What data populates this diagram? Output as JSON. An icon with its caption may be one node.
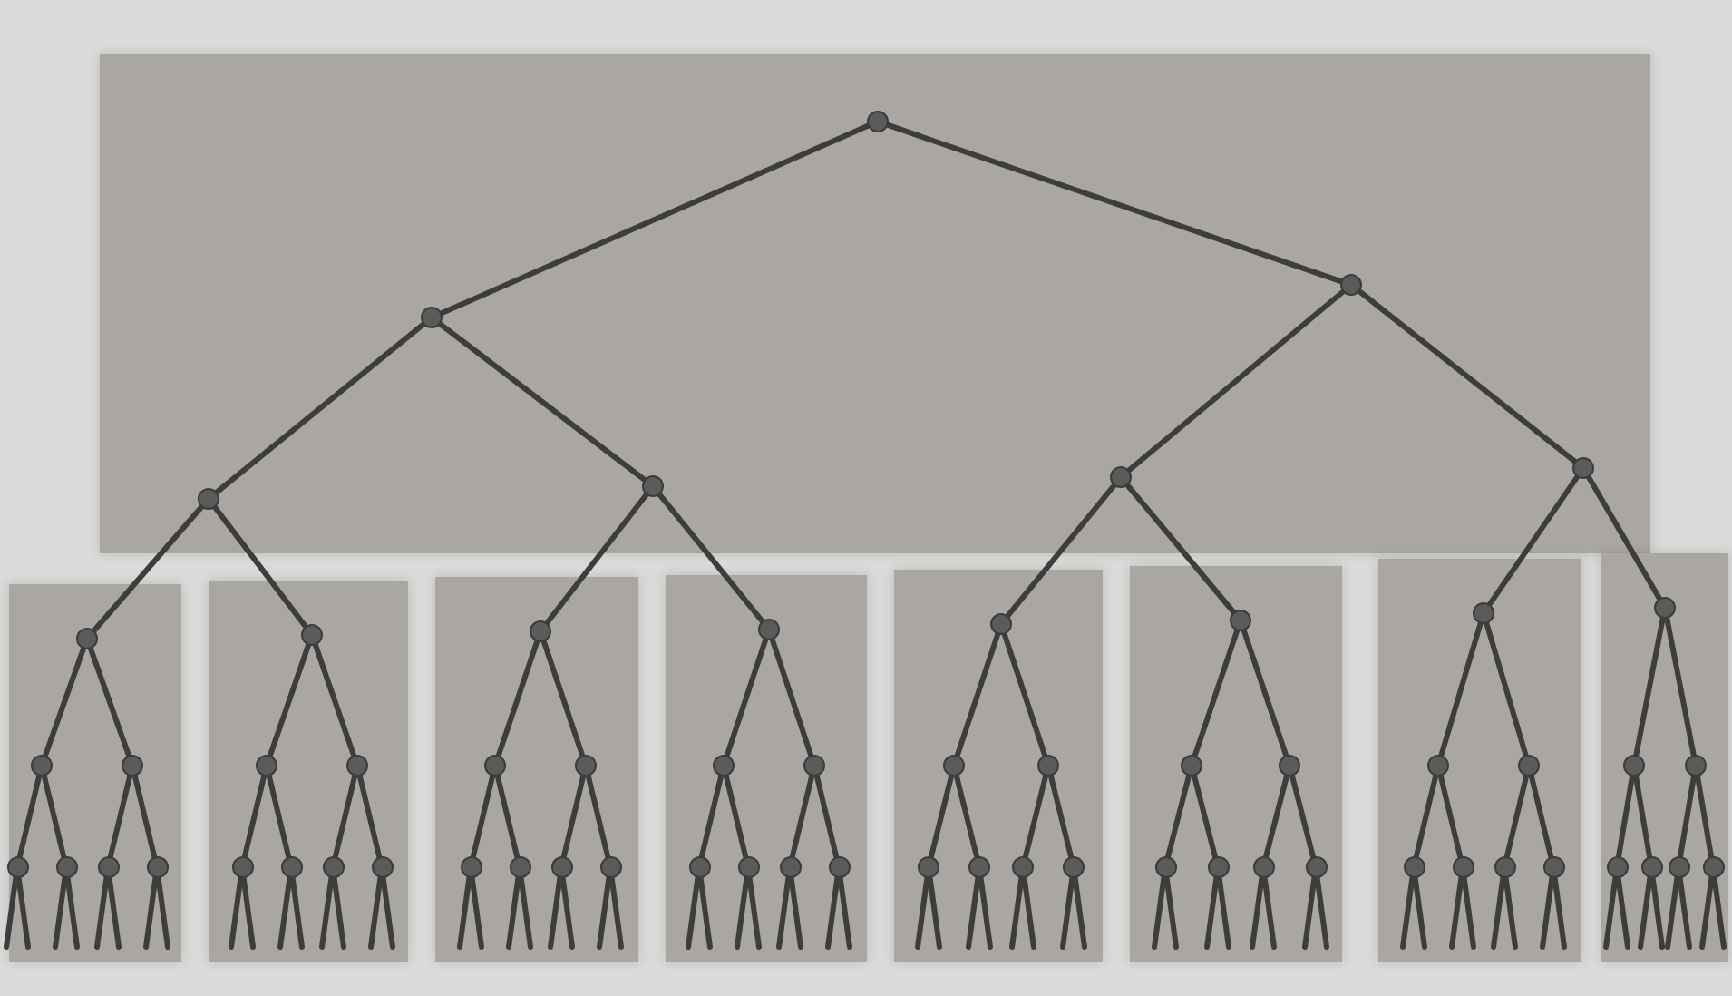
{
  "diagram": {
    "nodes": [
      {
        "text": [],
        "shape": "box"
      },
      {
        "text": [],
        "shape": "circle",
        "in": 0
      },
      {
        "text": [],
        "shape": "circle",
        "in": 0
      },
      {
        "text": [],
        "shape": "circle",
        "in": 0
      },
      {
        "text": [],
        "shape": "circle",
        "in": 0
      },
      {
        "text": [],
        "shape": "circle",
        "in": 0
      },
      {
        "text": [],
        "shape": "circle",
        "in": 0
      },
      {
        "text": [],
        "shape": "circle",
        "in": 0
      },
      {
        "text": [],
        "shape": "box"
      },
      {
        "text": [],
        "shape": "circle",
        "in": 8
      },
      {
        "text": [],
        "shape": "circle",
        "in": 8
      },
      {
        "text": [],
        "shape": "circle",
        "in": 8
      },
      {
        "text": [],
        "shape": "circle",
        "in": 8
      },
      {
        "text": [],
        "shape": "circle",
        "in": 8
      },
      {
        "text": [],
        "shape": "circle",
        "in": 8
      },
      {
        "text": [],
        "shape": "circle",
        "in": 8
      },
      {
        "text": [],
        "shape": "box"
      },
      {
        "text": [],
        "shape": "circle",
        "in": 16
      },
      {
        "text": [],
        "shape": "circle",
        "in": 16
      },
      {
        "text": [],
        "shape": "circle",
        "in": 16
      },
      {
        "text": [],
        "shape": "circle",
        "in": 16
      },
      {
        "text": [],
        "shape": "circle",
        "in": 16
      },
      {
        "text": [],
        "shape": "circle",
        "in": 16
      },
      {
        "text": [],
        "shape": "circle",
        "in": 16
      },
      {
        "text": [],
        "shape": "box"
      },
      {
        "text": [],
        "shape": "circle",
        "in": 24
      },
      {
        "text": [],
        "shape": "circle",
        "in": 24
      },
      {
        "text": [],
        "shape": "circle",
        "in": 24
      },
      {
        "text": [],
        "shape": "circle",
        "in": 24
      },
      {
        "text": [],
        "shape": "circle",
        "in": 24
      },
      {
        "text": [],
        "shape": "circle",
        "in": 24
      },
      {
        "text": [],
        "shape": "circle",
        "in": 24
      },
      {
        "text": [],
        "shape": "box"
      },
      {
        "text": [],
        "shape": "circle",
        "in": 32
      },
      {
        "text": [],
        "shape": "circle",
        "in": 32
      },
      {
        "text": [],
        "shape": "circle",
        "in": 32
      },
      {
        "text": [],
        "shape": "circle",
        "in": 32
      },
      {
        "text": [],
        "shape": "circle",
        "in": 32
      },
      {
        "text": [],
        "shape": "circle",
        "in": 32
      },
      {
        "text": [],
        "shape": "circle",
        "in": 32
      },
      {
        "text": [],
        "shape": "box"
      },
      {
        "text": [],
        "shape": "circle",
        "in": 40
      },
      {
        "text": [],
        "shape": "circle",
        "in": 40
      },
      {
        "text": [],
        "shape": "circle",
        "in": 40
      },
      {
        "text": [],
        "shape": "circle",
        "in": 40
      },
      {
        "text": [],
        "shape": "circle",
        "in": 40
      },
      {
        "text": [],
        "shape": "circle",
        "in": 40
      },
      {
        "text": [],
        "shape": "circle",
        "in": 40
      },
      {
        "text": [],
        "shape": "box"
      },
      {
        "text": [],
        "shape": "circle",
        "in": 48
      },
      {
        "text": [],
        "shape": "circle",
        "in": 48
      },
      {
        "text": [],
        "shape": "circle",
        "in": 48
      },
      {
        "text": [],
        "shape": "circle",
        "in": 48
      },
      {
        "text": [],
        "shape": "circle",
        "in": 48
      },
      {
        "text": [],
        "shape": "circle",
        "in": 48
      },
      {
        "text": [],
        "shape": "circle",
        "in": 48
      },
      {
        "text": [],
        "shape": "box"
      },
      {
        "text": [],
        "shape": "circle",
        "in": 56
      },
      {
        "text": [],
        "shape": "circle",
        "in": 56
      },
      {
        "text": [],
        "shape": "circle",
        "in": 56
      },
      {
        "text": [],
        "shape": "circle",
        "in": 56
      },
      {
        "text": [],
        "shape": "circle",
        "in": 56
      },
      {
        "text": [],
        "shape": "circle",
        "in": 56
      },
      {
        "text": [],
        "shape": "circle",
        "in": 56
      },
      {
        "text": [],
        "shape": "box"
      },
      {
        "text": [],
        "shape": "circle",
        "in": 64
      },
      {
        "text": [],
        "shape": "circle",
        "in": 64
      },
      {
        "text": [],
        "shape": "circle",
        "in": 64
      },
      {
        "text": [],
        "shape": "circle",
        "in": 64
      },
      {
        "text": [],
        "shape": "circle",
        "in": 64
      },
      {
        "text": [],
        "shape": "circle",
        "in": 64
      },
      {
        "text": [],
        "shape": "circle",
        "in": 64
      }
    ],
    "edges": [
      {
        "from": 1,
        "to": 2,
        "arrow": "none"
      },
      {
        "from": 1,
        "to": 3,
        "arrow": "none"
      },
      {
        "from": 2,
        "to": 4,
        "arrow": "none"
      },
      {
        "from": 2,
        "to": 5,
        "arrow": "none"
      },
      {
        "from": 3,
        "to": 6,
        "arrow": "none"
      },
      {
        "from": 3,
        "to": 7,
        "arrow": "none"
      },
      {
        "from": 4,
        "to": 9,
        "arrow": "none"
      },
      {
        "from": 4,
        "to": 17,
        "arrow": "none"
      },
      {
        "from": 5,
        "to": 25,
        "arrow": "none"
      },
      {
        "from": 5,
        "to": 33,
        "arrow": "none"
      },
      {
        "from": 6,
        "to": 41,
        "arrow": "none"
      },
      {
        "from": 6,
        "to": 49,
        "arrow": "none"
      },
      {
        "from": 7,
        "to": 57,
        "arrow": "none"
      },
      {
        "from": 7,
        "to": 65,
        "arrow": "none"
      },
      {
        "from": 9,
        "to": 10,
        "arrow": "none"
      },
      {
        "from": 9,
        "to": 11,
        "arrow": "none"
      },
      {
        "from": 10,
        "to": 12,
        "arrow": "none"
      },
      {
        "from": 10,
        "to": 13,
        "arrow": "none"
      },
      {
        "from": 11,
        "to": 14,
        "arrow": "none"
      },
      {
        "from": 11,
        "to": 15,
        "arrow": "none"
      },
      {
        "from": 17,
        "to": 18,
        "arrow": "none"
      },
      {
        "from": 17,
        "to": 19,
        "arrow": "none"
      },
      {
        "from": 18,
        "to": 20,
        "arrow": "none"
      },
      {
        "from": 18,
        "to": 21,
        "arrow": "none"
      },
      {
        "from": 19,
        "to": 22,
        "arrow": "none"
      },
      {
        "from": 19,
        "to": 23,
        "arrow": "none"
      },
      {
        "from": 25,
        "to": 26,
        "arrow": "none"
      },
      {
        "from": 25,
        "to": 27,
        "arrow": "none"
      },
      {
        "from": 26,
        "to": 28,
        "arrow": "none"
      },
      {
        "from": 26,
        "to": 29,
        "arrow": "none"
      },
      {
        "from": 27,
        "to": 30,
        "arrow": "none"
      },
      {
        "from": 27,
        "to": 31,
        "arrow": "none"
      },
      {
        "from": 33,
        "to": 34,
        "arrow": "none"
      },
      {
        "from": 33,
        "to": 35,
        "arrow": "none"
      },
      {
        "from": 34,
        "to": 36,
        "arrow": "none"
      },
      {
        "from": 34,
        "to": 37,
        "arrow": "none"
      },
      {
        "from": 35,
        "to": 38,
        "arrow": "none"
      },
      {
        "from": 35,
        "to": 39,
        "arrow": "none"
      },
      {
        "from": 41,
        "to": 42,
        "arrow": "none"
      },
      {
        "from": 41,
        "to": 43,
        "arrow": "none"
      },
      {
        "from": 42,
        "to": 44,
        "arrow": "none"
      },
      {
        "from": 42,
        "to": 45,
        "arrow": "none"
      },
      {
        "from": 43,
        "to": 46,
        "arrow": "none"
      },
      {
        "from": 43,
        "to": 47,
        "arrow": "none"
      },
      {
        "from": 49,
        "to": 50,
        "arrow": "none"
      },
      {
        "from": 49,
        "to": 51,
        "arrow": "none"
      },
      {
        "from": 50,
        "to": 52,
        "arrow": "none"
      },
      {
        "from": 50,
        "to": 53,
        "arrow": "none"
      },
      {
        "from": 51,
        "to": 54,
        "arrow": "none"
      },
      {
        "from": 51,
        "to": 55,
        "arrow": "none"
      },
      {
        "from": 57,
        "to": 58,
        "arrow": "none"
      },
      {
        "from": 57,
        "to": 59,
        "arrow": "none"
      },
      {
        "from": 58,
        "to": 60,
        "arrow": "none"
      },
      {
        "from": 58,
        "to": 61,
        "arrow": "none"
      },
      {
        "from": 59,
        "to": 62,
        "arrow": "none"
      },
      {
        "from": 59,
        "to": 63,
        "arrow": "none"
      },
      {
        "from": 65,
        "to": 66,
        "arrow": "none"
      },
      {
        "from": 65,
        "to": 67,
        "arrow": "none"
      },
      {
        "from": 66,
        "to": 68,
        "arrow": "none"
      },
      {
        "from": 66,
        "to": 69,
        "arrow": "none"
      },
      {
        "from": 67,
        "to": 70,
        "arrow": "none"
      },
      {
        "from": 67,
        "to": 71,
        "arrow": "none"
      },
      {
        "from": 12,
        "to": null,
        "arrow": "none"
      },
      {
        "from": 12,
        "to": null,
        "arrow": "none"
      },
      {
        "from": 13,
        "to": null,
        "arrow": "none"
      },
      {
        "from": 13,
        "to": null,
        "arrow": "none"
      },
      {
        "from": 14,
        "to": null,
        "arrow": "none"
      },
      {
        "from": 14,
        "to": null,
        "arrow": "none"
      },
      {
        "from": 15,
        "to": null,
        "arrow": "none"
      },
      {
        "from": 15,
        "to": null,
        "arrow": "none"
      },
      {
        "from": 20,
        "to": null,
        "arrow": "none"
      },
      {
        "from": 20,
        "to": null,
        "arrow": "none"
      },
      {
        "from": 21,
        "to": null,
        "arrow": "none"
      },
      {
        "from": 21,
        "to": null,
        "arrow": "none"
      },
      {
        "from": 22,
        "to": null,
        "arrow": "none"
      },
      {
        "from": 22,
        "to": null,
        "arrow": "none"
      },
      {
        "from": 23,
        "to": null,
        "arrow": "none"
      },
      {
        "from": 23,
        "to": null,
        "arrow": "none"
      },
      {
        "from": 28,
        "to": null,
        "arrow": "none"
      },
      {
        "from": 28,
        "to": null,
        "arrow": "none"
      },
      {
        "from": 29,
        "to": null,
        "arrow": "none"
      },
      {
        "from": 29,
        "to": null,
        "arrow": "none"
      },
      {
        "from": 30,
        "to": null,
        "arrow": "none"
      },
      {
        "from": 30,
        "to": null,
        "arrow": "none"
      },
      {
        "from": 31,
        "to": null,
        "arrow": "none"
      },
      {
        "from": 31,
        "to": null,
        "arrow": "none"
      },
      {
        "from": 36,
        "to": null,
        "arrow": "none"
      },
      {
        "from": 36,
        "to": null,
        "arrow": "none"
      },
      {
        "from": 37,
        "to": null,
        "arrow": "none"
      },
      {
        "from": 37,
        "to": null,
        "arrow": "none"
      },
      {
        "from": 38,
        "to": null,
        "arrow": "none"
      },
      {
        "from": 38,
        "to": null,
        "arrow": "none"
      },
      {
        "from": 39,
        "to": null,
        "arrow": "none"
      },
      {
        "from": 39,
        "to": null,
        "arrow": "none"
      },
      {
        "from": 44,
        "to": null,
        "arrow": "none"
      },
      {
        "from": 44,
        "to": null,
        "arrow": "none"
      },
      {
        "from": 45,
        "to": null,
        "arrow": "none"
      },
      {
        "from": 45,
        "to": null,
        "arrow": "none"
      },
      {
        "from": 46,
        "to": null,
        "arrow": "none"
      },
      {
        "from": 46,
        "to": null,
        "arrow": "none"
      },
      {
        "from": 47,
        "to": null,
        "arrow": "none"
      },
      {
        "from": 47,
        "to": null,
        "arrow": "none"
      },
      {
        "from": 52,
        "to": null,
        "arrow": "none"
      },
      {
        "from": 52,
        "to": null,
        "arrow": "none"
      },
      {
        "from": 53,
        "to": null,
        "arrow": "none"
      },
      {
        "from": 53,
        "to": null,
        "arrow": "none"
      },
      {
        "from": 54,
        "to": null,
        "arrow": "none"
      },
      {
        "from": 54,
        "to": null,
        "arrow": "none"
      },
      {
        "from": 55,
        "to": null,
        "arrow": "none"
      },
      {
        "from": 55,
        "to": null,
        "arrow": "none"
      },
      {
        "from": 60,
        "to": null,
        "arrow": "none"
      },
      {
        "from": 60,
        "to": null,
        "arrow": "none"
      },
      {
        "from": 61,
        "to": null,
        "arrow": "none"
      },
      {
        "from": 61,
        "to": null,
        "arrow": "none"
      },
      {
        "from": 62,
        "to": null,
        "arrow": "none"
      },
      {
        "from": 62,
        "to": null,
        "arrow": "none"
      },
      {
        "from": 63,
        "to": null,
        "arrow": "none"
      },
      {
        "from": 63,
        "to": null,
        "arrow": "none"
      },
      {
        "from": 68,
        "to": null,
        "arrow": "none"
      },
      {
        "from": 68,
        "to": null,
        "arrow": "none"
      },
      {
        "from": 69,
        "to": null,
        "arrow": "none"
      },
      {
        "from": 69,
        "to": null,
        "arrow": "none"
      },
      {
        "from": 70,
        "to": null,
        "arrow": "none"
      },
      {
        "from": 70,
        "to": null,
        "arrow": "none"
      },
      {
        "from": 71,
        "to": null,
        "arrow": "none"
      },
      {
        "from": 71,
        "to": null,
        "arrow": "none"
      }
    ]
  }
}
